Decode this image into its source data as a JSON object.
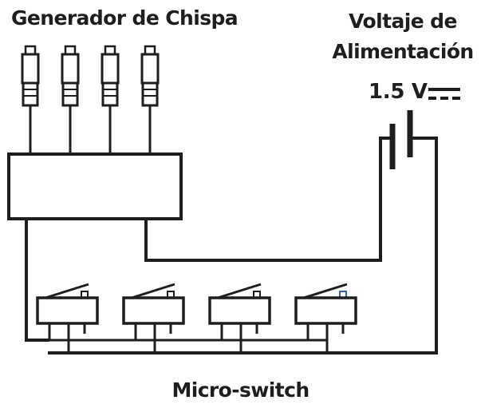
{
  "labels": {
    "spark_generator": "Generador de Chispa",
    "supply_voltage_line1": "Voltaje de",
    "supply_voltage_line2": "Alimentación",
    "voltage_value": "1.5 V",
    "micro_switch": "Micro-switch"
  },
  "components": {
    "spark_plug_count": 4,
    "micro_switch_count": 4,
    "dc_symbol": "dc-voltage-symbol"
  },
  "colors": {
    "line": "#1e1e1e",
    "background": "#ffffff",
    "switch_button_accent": "#3a5fa8"
  }
}
